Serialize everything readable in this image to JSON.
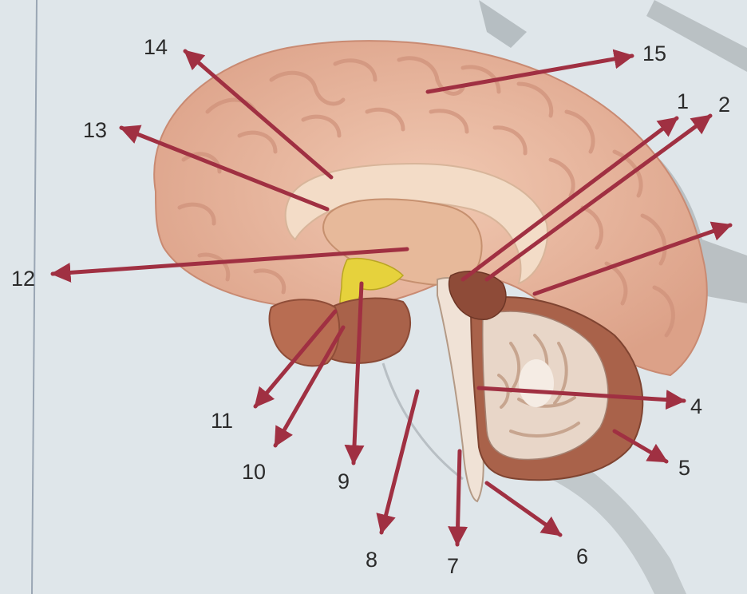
{
  "labels": [
    {
      "id": "1",
      "text": "1"
    },
    {
      "id": "2",
      "text": "2"
    },
    {
      "id": "4",
      "text": "4"
    },
    {
      "id": "5",
      "text": "5"
    },
    {
      "id": "6",
      "text": "6"
    },
    {
      "id": "7",
      "text": "7"
    },
    {
      "id": "8",
      "text": "8"
    },
    {
      "id": "9",
      "text": "9"
    },
    {
      "id": "10",
      "text": "10"
    },
    {
      "id": "11",
      "text": "11"
    },
    {
      "id": "12",
      "text": "12"
    },
    {
      "id": "13",
      "text": "13"
    },
    {
      "id": "14",
      "text": "14"
    },
    {
      "id": "15",
      "text": "15"
    }
  ],
  "colors": {
    "paper": "#dfe6ea",
    "cortex": "#e9b8a0",
    "cortex_fold": "#d99a82",
    "corpus_callosum": "#f3dcc7",
    "cerebellum_outer": "#a9624a",
    "cerebellum_inner": "#e8d6c8",
    "hypothalamus": "#e6d23c",
    "arrow": "#a03042"
  }
}
